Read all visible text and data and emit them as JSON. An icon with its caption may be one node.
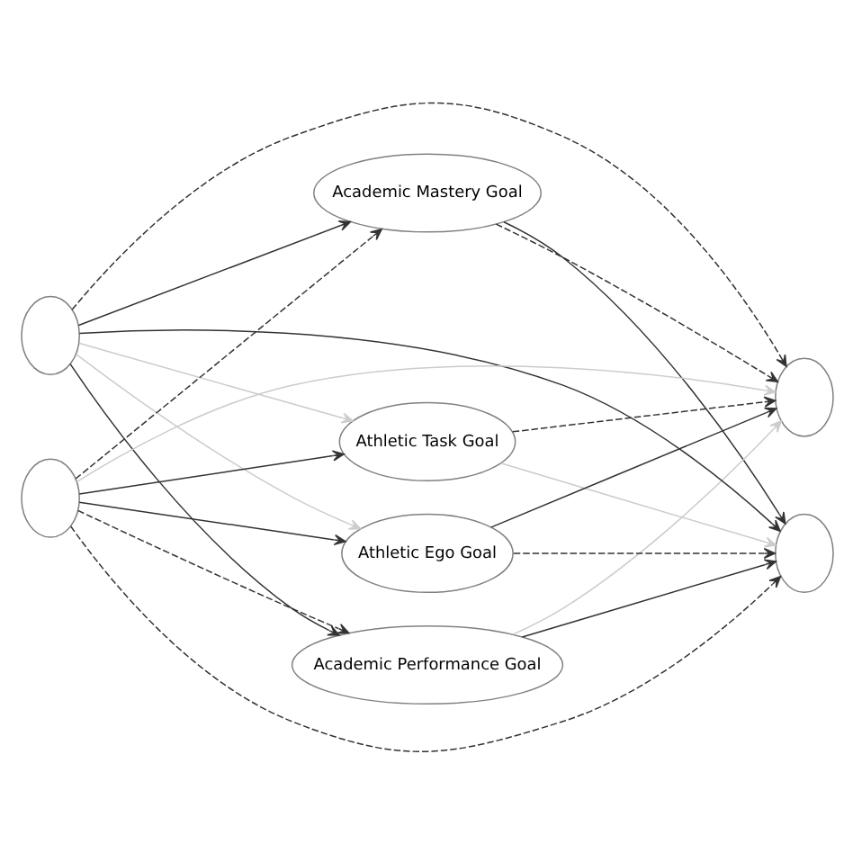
{
  "diagram": {
    "nodes": [
      {
        "text": [
          "Academic Mastery Goal"
        ]
      },
      {
        "text": [
          "Academic Performance Goal"
        ]
      },
      {
        "text": [],
        "shape": "ellipse"
      },
      {
        "text": [],
        "shape": "ellipse"
      },
      {
        "text": [],
        "shape": "ellipse"
      },
      {
        "text": [],
        "shape": "ellipse"
      },
      {
        "text": [
          "Athletic Task Goal"
        ]
      },
      {
        "text": [
          "Athletic Ego Goal"
        ]
      }
    ],
    "edges": [
      {
        "from": 2,
        "to": 0,
        "arrow": "to"
      },
      {
        "from": 2,
        "to": 1,
        "arrow": "to"
      },
      {
        "from": 2,
        "to": 3,
        "arrow": "to"
      },
      {
        "from": 2,
        "to": 5,
        "arrow": "to",
        "style": "dashed"
      },
      {
        "from": 2,
        "to": 6,
        "arrow": "to",
        "color": "#cccccc"
      },
      {
        "from": 2,
        "to": 7,
        "arrow": "to",
        "color": "#cccccc"
      },
      {
        "from": 4,
        "to": 0,
        "arrow": "to",
        "style": "dashed"
      },
      {
        "from": 4,
        "to": 1,
        "arrow": "to",
        "style": "dashed"
      },
      {
        "from": 4,
        "to": 3,
        "arrow": "to",
        "style": "dashed"
      },
      {
        "from": 4,
        "to": 5,
        "arrow": "to",
        "color": "#cccccc"
      },
      {
        "from": 4,
        "to": 6,
        "arrow": "to"
      },
      {
        "from": 4,
        "to": 7,
        "arrow": "to"
      },
      {
        "from": 0,
        "to": 3,
        "arrow": "to"
      },
      {
        "from": 0,
        "to": 5,
        "arrow": "to",
        "style": "dashed"
      },
      {
        "from": 1,
        "to": 3,
        "arrow": "to"
      },
      {
        "from": 1,
        "to": 5,
        "arrow": "to",
        "color": "#cccccc"
      },
      {
        "from": 6,
        "to": 3,
        "arrow": "to",
        "color": "#cccccc"
      },
      {
        "from": 6,
        "to": 5,
        "arrow": "to",
        "style": "dashed"
      },
      {
        "from": 7,
        "to": 3,
        "arrow": "to",
        "style": "dashed"
      },
      {
        "from": 7,
        "to": 5,
        "arrow": "to"
      }
    ]
  }
}
